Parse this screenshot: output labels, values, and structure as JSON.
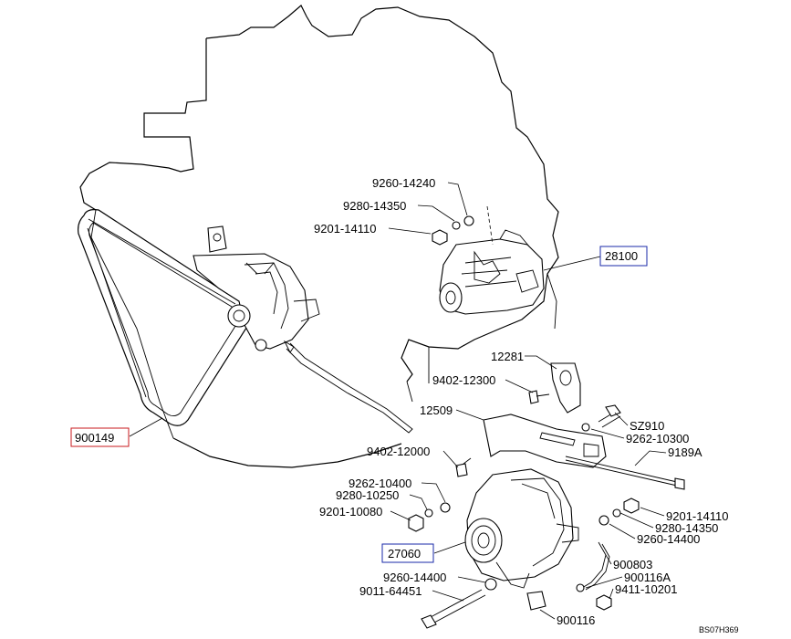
{
  "diagram": {
    "drawing_code": "BS07H369",
    "part_labels": [
      {
        "id": "p1",
        "text": "9260-14240"
      },
      {
        "id": "p2",
        "text": "9280-14350"
      },
      {
        "id": "p3",
        "text": "9201-14110"
      },
      {
        "id": "p4",
        "text": "12281"
      },
      {
        "id": "p5",
        "text": "9402-12300"
      },
      {
        "id": "p6",
        "text": "12509"
      },
      {
        "id": "p7",
        "text": "SZ910"
      },
      {
        "id": "p8",
        "text": "9262-10300"
      },
      {
        "id": "p9",
        "text": "9189A"
      },
      {
        "id": "p10",
        "text": "9402-12000"
      },
      {
        "id": "p11",
        "text": "9262-10400"
      },
      {
        "id": "p12",
        "text": "9280-10250"
      },
      {
        "id": "p13",
        "text": "9201-10080"
      },
      {
        "id": "p14",
        "text": "9201-14110"
      },
      {
        "id": "p15",
        "text": "9280-14350"
      },
      {
        "id": "p16",
        "text": "9260-14400"
      },
      {
        "id": "p17",
        "text": "900803"
      },
      {
        "id": "p18",
        "text": "9260-14400"
      },
      {
        "id": "p19",
        "text": "900116A"
      },
      {
        "id": "p20",
        "text": "9011-64451"
      },
      {
        "id": "p21",
        "text": "9411-10201"
      },
      {
        "id": "p22",
        "text": "900116"
      }
    ],
    "boxed_labels": [
      {
        "id": "b1",
        "text": "28100",
        "color": "#1a2aa8"
      },
      {
        "id": "b2",
        "text": "900149",
        "color": "#c8191e"
      },
      {
        "id": "b3",
        "text": "27060",
        "color": "#1a2aa8"
      }
    ]
  }
}
